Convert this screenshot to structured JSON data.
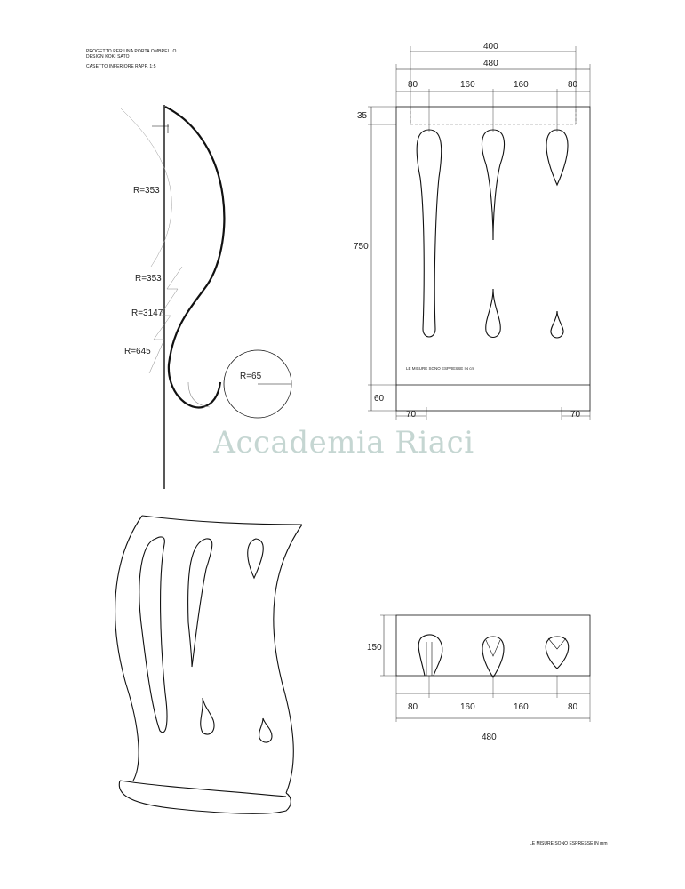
{
  "header": {
    "line1": "PROGETTO PER UNA PORTA OMBRELLO",
    "line2": "DESIGN KOKI SATO",
    "drawer": "CASETTO INFERIORE",
    "scale": "RAPP. 1:5"
  },
  "watermark": "Accademia Riaci",
  "side_view": {
    "radius_labels": [
      "R=353",
      "R=353",
      "R=3147",
      "R=645",
      "R=65"
    ]
  },
  "front_view": {
    "top_overall": "400",
    "top_width": "480",
    "top_segments": [
      "80",
      "160",
      "160",
      "80"
    ],
    "left_top": "35",
    "left_height": "750",
    "left_bottom": "60",
    "bottom_left": "70",
    "bottom_right": "70",
    "note": "LE MISURE SONO ESPRESSE IN cm"
  },
  "top_view": {
    "depth": "150",
    "segments": [
      "80",
      "160",
      "160",
      "80"
    ],
    "total": "480"
  },
  "footer_note": "LE MISURE SONO ESPRESSE IN mm",
  "colors": {
    "line": "#111111",
    "watermark": "#c5d6d2"
  }
}
